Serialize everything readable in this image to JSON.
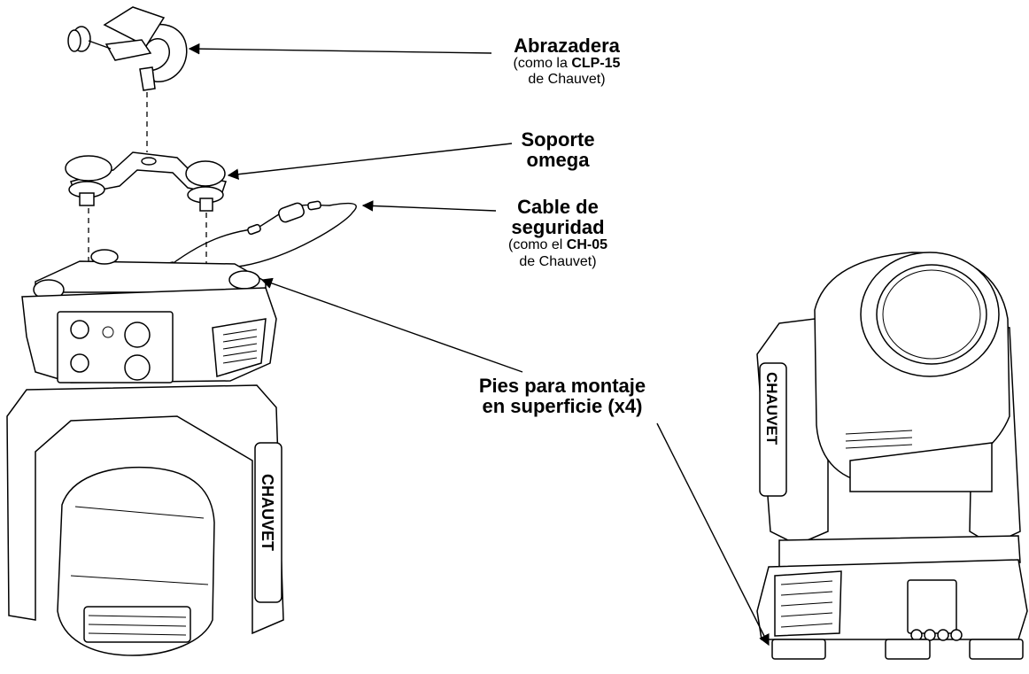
{
  "labels": {
    "clamp": {
      "title": "Abrazadera",
      "sub_prefix": "(como la ",
      "sub_bold": "CLP-15",
      "sub_line2": "de Chauvet)"
    },
    "omega": {
      "line1": "Soporte",
      "line2": "omega"
    },
    "cable": {
      "line1": "Cable de",
      "line2": "seguridad",
      "sub_prefix": "(como el ",
      "sub_bold": "CH-05",
      "sub_line2": "de Chauvet)"
    },
    "feet": {
      "line1": "Pies para montaje",
      "line2": "en superficie (x4)"
    }
  },
  "logos": {
    "brand": "CHAUVET"
  },
  "colors": {
    "line": "#000000",
    "background": "#ffffff",
    "fixture_fill": "#ffffff"
  }
}
